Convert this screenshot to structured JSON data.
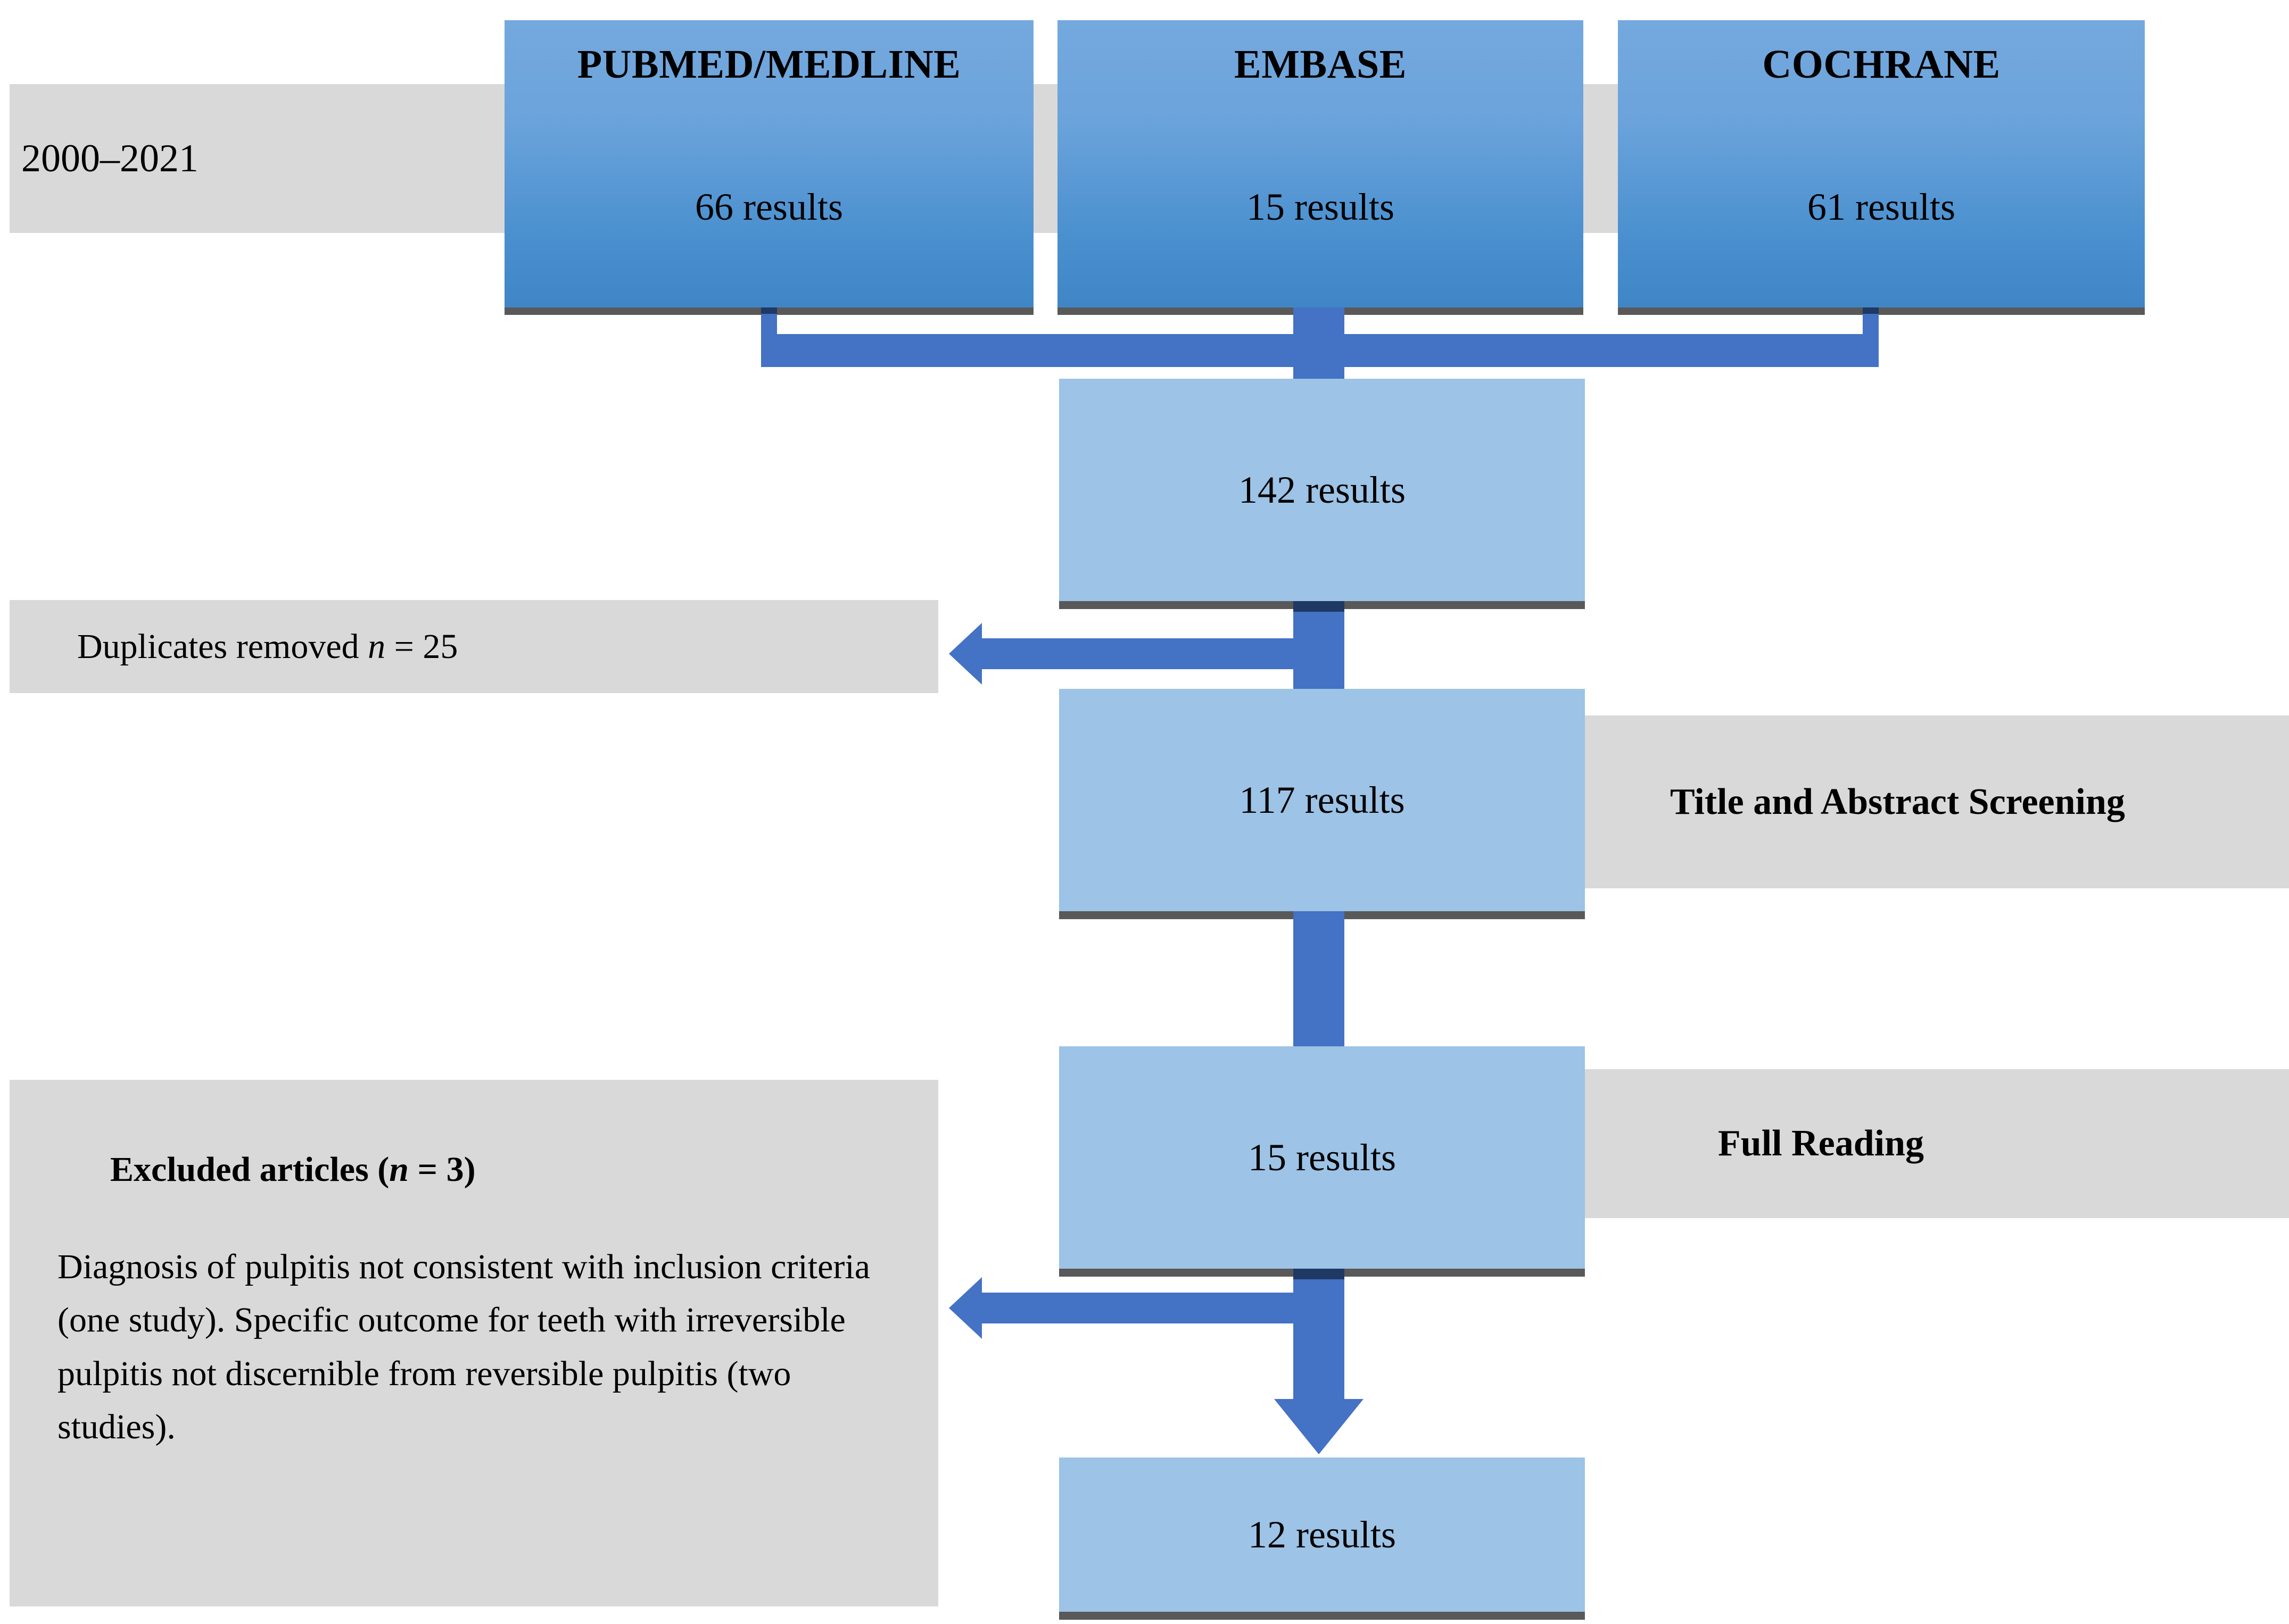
{
  "diagram": {
    "title": "PRISMA study selection flow",
    "period_label": "2000–2021",
    "sources": [
      {
        "name": "PUBMED/MEDLINE",
        "count_label": "66 results",
        "count": 66
      },
      {
        "name": "EMBASE",
        "count_label": "15 results",
        "count": 15
      },
      {
        "name": "COCHRANE",
        "count_label": "61 results",
        "count": 61
      }
    ],
    "stages": [
      {
        "id": "identified",
        "count_label": "142 results",
        "count": 142
      },
      {
        "id": "after-duplicates",
        "count_label": "117 results",
        "count": 117
      },
      {
        "id": "full-text",
        "count_label": "15 results",
        "count": 15
      },
      {
        "id": "included",
        "count_label": "12 results",
        "count": 12
      }
    ],
    "side_labels": {
      "screening": "Title and Abstract Screening",
      "full_reading": "Full Reading"
    },
    "duplicates": {
      "prefix": "Duplicates removed ",
      "n_symbol": "n",
      "equals": " = ",
      "value": "25"
    },
    "excluded": {
      "heading_prefix": "Excluded articles (",
      "heading_n": "n",
      "heading_equals": " = ",
      "heading_value": "3",
      "heading_suffix": ")",
      "body": "Diagnosis of pulpitis not consistent with inclusion criteria (one study). Specific outcome for teeth with irreversible pulpitis not discernible from reversible pulpitis (two studies)."
    },
    "colors": {
      "source_box_top": "#74a9de",
      "source_box_bottom": "#3f86c6",
      "flow_box": "#9dc3e6",
      "connector": "#4472c4",
      "connector_dark": "#1f3864",
      "panel_grey": "#d9d9d9",
      "shadow_grey": "#595959",
      "text": "#000000"
    }
  },
  "chart_data": {
    "type": "diagram",
    "title": "PRISMA flow diagram",
    "nodes": [
      {
        "id": "pubmed",
        "label": "PUBMED/MEDLINE",
        "value": 66,
        "value_label": "66 results"
      },
      {
        "id": "embase",
        "label": "EMBASE",
        "value": 15,
        "value_label": "15 results"
      },
      {
        "id": "cochrane",
        "label": "COCHRANE",
        "value": 61,
        "value_label": "61 results"
      },
      {
        "id": "identified",
        "label": "142 results",
        "value": 142
      },
      {
        "id": "after-duplicates",
        "label": "117 results",
        "value": 117
      },
      {
        "id": "full-text",
        "label": "15 results",
        "value": 15
      },
      {
        "id": "included",
        "label": "12 results",
        "value": 12
      }
    ],
    "edges": [
      {
        "from": "pubmed",
        "to": "identified"
      },
      {
        "from": "embase",
        "to": "identified"
      },
      {
        "from": "cochrane",
        "to": "identified"
      },
      {
        "from": "identified",
        "to": "after-duplicates",
        "exclusion": "Duplicates removed n = 25",
        "exclusion_value": 25
      },
      {
        "from": "after-duplicates",
        "to": "full-text",
        "stage": "Title and Abstract Screening"
      },
      {
        "from": "full-text",
        "to": "included",
        "stage": "Full Reading",
        "exclusion": "Excluded articles (n = 3)",
        "exclusion_value": 3
      }
    ],
    "annotations": [
      {
        "id": "period",
        "text": "2000–2021"
      }
    ]
  }
}
